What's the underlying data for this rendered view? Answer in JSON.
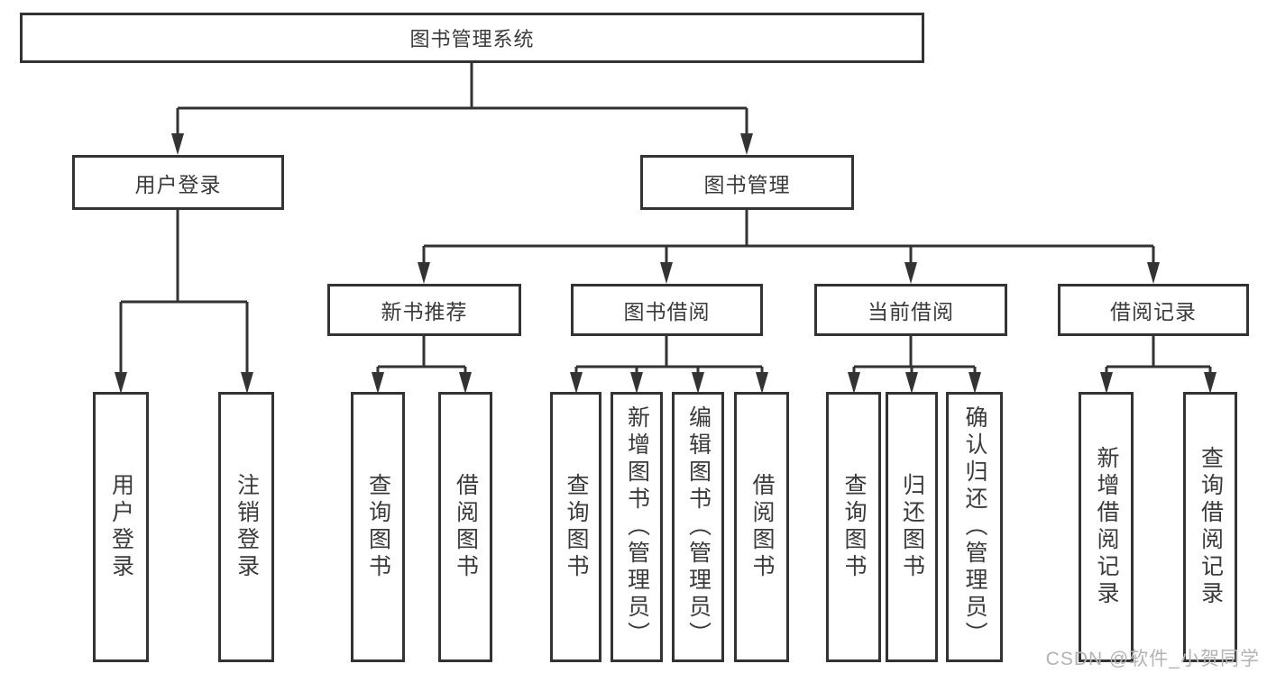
{
  "diagram": {
    "type": "hierarchy-tree",
    "root": {
      "label": "图书管理系统"
    },
    "level2": {
      "user_login": {
        "label": "用户登录"
      },
      "book_management": {
        "label": "图书管理"
      }
    },
    "level3": {
      "new_book_recommend": {
        "label": "新书推荐"
      },
      "book_borrowing": {
        "label": "图书借阅"
      },
      "current_borrowing": {
        "label": "当前借阅"
      },
      "borrowing_records": {
        "label": "借阅记录"
      }
    },
    "leaves": [
      "用户登录",
      "注销登录",
      "查询图书",
      "借阅图书",
      "查询图书",
      "新增图书（管理员）",
      "编辑图书（管理员）",
      "借阅图书",
      "查询图书",
      "归还图书",
      "确认归还（管理员）",
      "新增借阅记录",
      "查询借阅记录"
    ],
    "hierarchy": {
      "图书管理系统": {
        "用户登录": [
          "用户登录",
          "注销登录"
        ],
        "图书管理": {
          "新书推荐": [
            "查询图书",
            "借阅图书"
          ],
          "图书借阅": [
            "查询图书",
            "新增图书（管理员）",
            "编辑图书（管理员）",
            "借阅图书"
          ],
          "当前借阅": [
            "查询图书",
            "归还图书",
            "确认归还（管理员）"
          ],
          "借阅记录": [
            "新增借阅记录",
            "查询借阅记录"
          ]
        }
      }
    }
  },
  "watermark": "CSDN @软件_小贺同学",
  "colors": {
    "line": "#333333",
    "box_border": "#333333",
    "text": "#3a3a3a",
    "watermark": "#b3b3b3",
    "background": "#ffffff"
  }
}
